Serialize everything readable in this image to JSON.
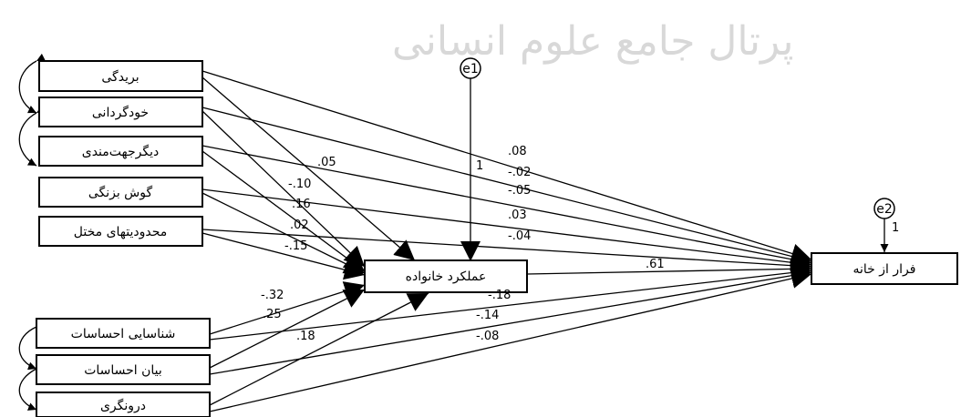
{
  "watermark": "پرتال جامع علوم انسانی",
  "nodes": {
    "boredom": "بریدگی",
    "self_orientation": "خودگردانی",
    "other_orientation": "دیگرجهت‌مندی",
    "vigilance": "گوش بزنگی",
    "impaired_limits": "محدودیتهای مختل",
    "family_functioning": "عملکرد خانواده",
    "runaway": "فرار از خانه",
    "emotion_recognition": "شناسایی احساسات",
    "emotion_expression": "بیان احساسات",
    "introversion": "درونگری",
    "e1": "e1",
    "e2": "e2"
  },
  "coefficients": {
    "c1": ".05",
    "c2": "-.10",
    "c3": ".16",
    "c4": ".02",
    "c5": "-.15",
    "c6": ".08",
    "c7": "-.02",
    "c8": "-.05",
    "c9": ".03",
    "c10": "-.04",
    "c11": ".61",
    "c12": "1",
    "c13": "1",
    "c14": "-.32",
    "c15": ".25",
    "c16": ".18",
    "c17": "-.18",
    "c18": "-.14",
    "c19": "-.08"
  }
}
